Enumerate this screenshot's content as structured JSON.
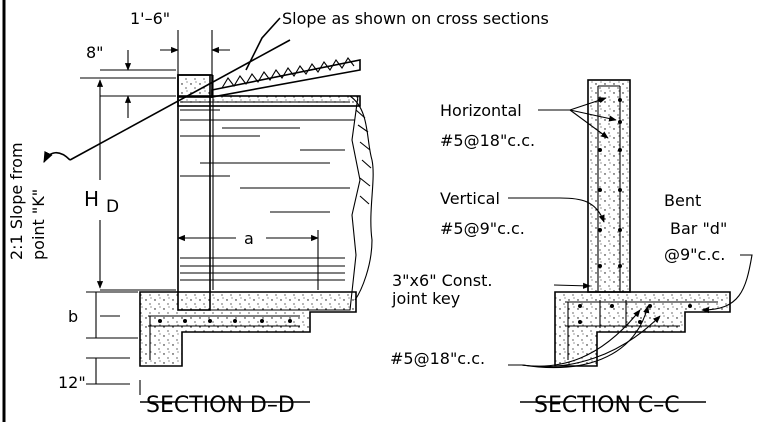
{
  "colors": {
    "ink": "#000000",
    "background": "#ffffff"
  },
  "section_dd": {
    "title": "SECTION D–D",
    "dim_top_width": "1'–6\"",
    "dim_8": "8\"",
    "dim_h": "H",
    "dim_h_sub": "D",
    "dim_a": "a",
    "dim_b": "b",
    "dim_12": "12\"",
    "slope_left_line1": "2:1 Slope from",
    "slope_left_line2": "point \"K\"",
    "slope_top": "Slope as shown on cross sections"
  },
  "section_cc": {
    "title": "SECTION C–C",
    "horizontal_1": "Horizontal",
    "horizontal_2": "#5@18\"c.c.",
    "vertical_1": "Vertical",
    "vertical_2": "#5@9\"c.c.",
    "bent_1": "Bent",
    "bent_2": "Bar \"d\"",
    "bent_3": "@9\"c.c.",
    "key_1": "3\"x6\" Const.",
    "key_2": "joint key",
    "bottom": "#5@18\"c.c."
  }
}
